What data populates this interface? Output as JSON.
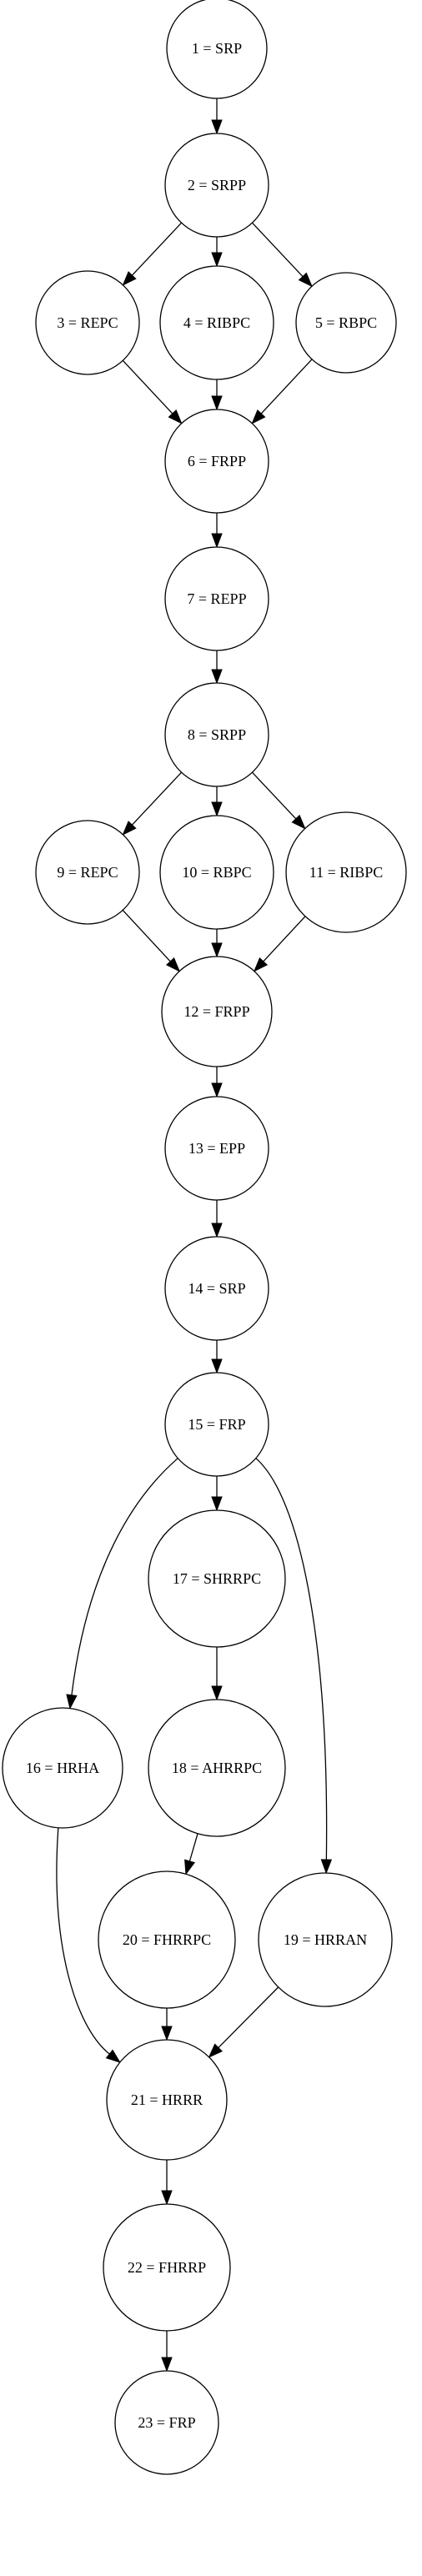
{
  "diagram": {
    "type": "directed-graph",
    "colors": {
      "background": "#ffffff",
      "stroke": "#000000",
      "text": "#000000"
    },
    "nodes": [
      {
        "id": "n1",
        "label": "1 = SRP"
      },
      {
        "id": "n2",
        "label": "2 = SRPP"
      },
      {
        "id": "n3",
        "label": "3 = REPC"
      },
      {
        "id": "n4",
        "label": "4 = RIBPC"
      },
      {
        "id": "n5",
        "label": "5 = RBPC"
      },
      {
        "id": "n6",
        "label": "6 = FRPP"
      },
      {
        "id": "n7",
        "label": "7 = REPP"
      },
      {
        "id": "n8",
        "label": "8 = SRPP"
      },
      {
        "id": "n9",
        "label": "9 = REPC"
      },
      {
        "id": "n10",
        "label": "10 = RBPC"
      },
      {
        "id": "n11",
        "label": "11 = RIBPC"
      },
      {
        "id": "n12",
        "label": "12 = FRPP"
      },
      {
        "id": "n13",
        "label": "13 = EPP"
      },
      {
        "id": "n14",
        "label": "14 = SRP"
      },
      {
        "id": "n15",
        "label": "15 = FRP"
      },
      {
        "id": "n16",
        "label": "16 = HRHA"
      },
      {
        "id": "n17",
        "label": "17 = SHRRPC"
      },
      {
        "id": "n18",
        "label": "18 = AHRRPC"
      },
      {
        "id": "n19",
        "label": "19 = HRRAN"
      },
      {
        "id": "n20",
        "label": "20 = FHRRPC"
      },
      {
        "id": "n21",
        "label": "21 = HRRR"
      },
      {
        "id": "n22",
        "label": "22 = FHRRP"
      },
      {
        "id": "n23",
        "label": "23 = FRP"
      }
    ],
    "edges": [
      {
        "from": "n1",
        "to": "n2"
      },
      {
        "from": "n2",
        "to": "n3"
      },
      {
        "from": "n2",
        "to": "n4"
      },
      {
        "from": "n2",
        "to": "n5"
      },
      {
        "from": "n3",
        "to": "n6"
      },
      {
        "from": "n4",
        "to": "n6"
      },
      {
        "from": "n5",
        "to": "n6"
      },
      {
        "from": "n6",
        "to": "n7"
      },
      {
        "from": "n7",
        "to": "n8"
      },
      {
        "from": "n8",
        "to": "n9"
      },
      {
        "from": "n8",
        "to": "n10"
      },
      {
        "from": "n8",
        "to": "n11"
      },
      {
        "from": "n9",
        "to": "n12"
      },
      {
        "from": "n10",
        "to": "n12"
      },
      {
        "from": "n11",
        "to": "n12"
      },
      {
        "from": "n12",
        "to": "n13"
      },
      {
        "from": "n13",
        "to": "n14"
      },
      {
        "from": "n14",
        "to": "n15"
      },
      {
        "from": "n15",
        "to": "n16"
      },
      {
        "from": "n15",
        "to": "n17"
      },
      {
        "from": "n15",
        "to": "n19"
      },
      {
        "from": "n17",
        "to": "n18"
      },
      {
        "from": "n18",
        "to": "n20"
      },
      {
        "from": "n16",
        "to": "n21"
      },
      {
        "from": "n20",
        "to": "n21"
      },
      {
        "from": "n19",
        "to": "n21"
      },
      {
        "from": "n21",
        "to": "n22"
      },
      {
        "from": "n22",
        "to": "n23"
      }
    ]
  }
}
